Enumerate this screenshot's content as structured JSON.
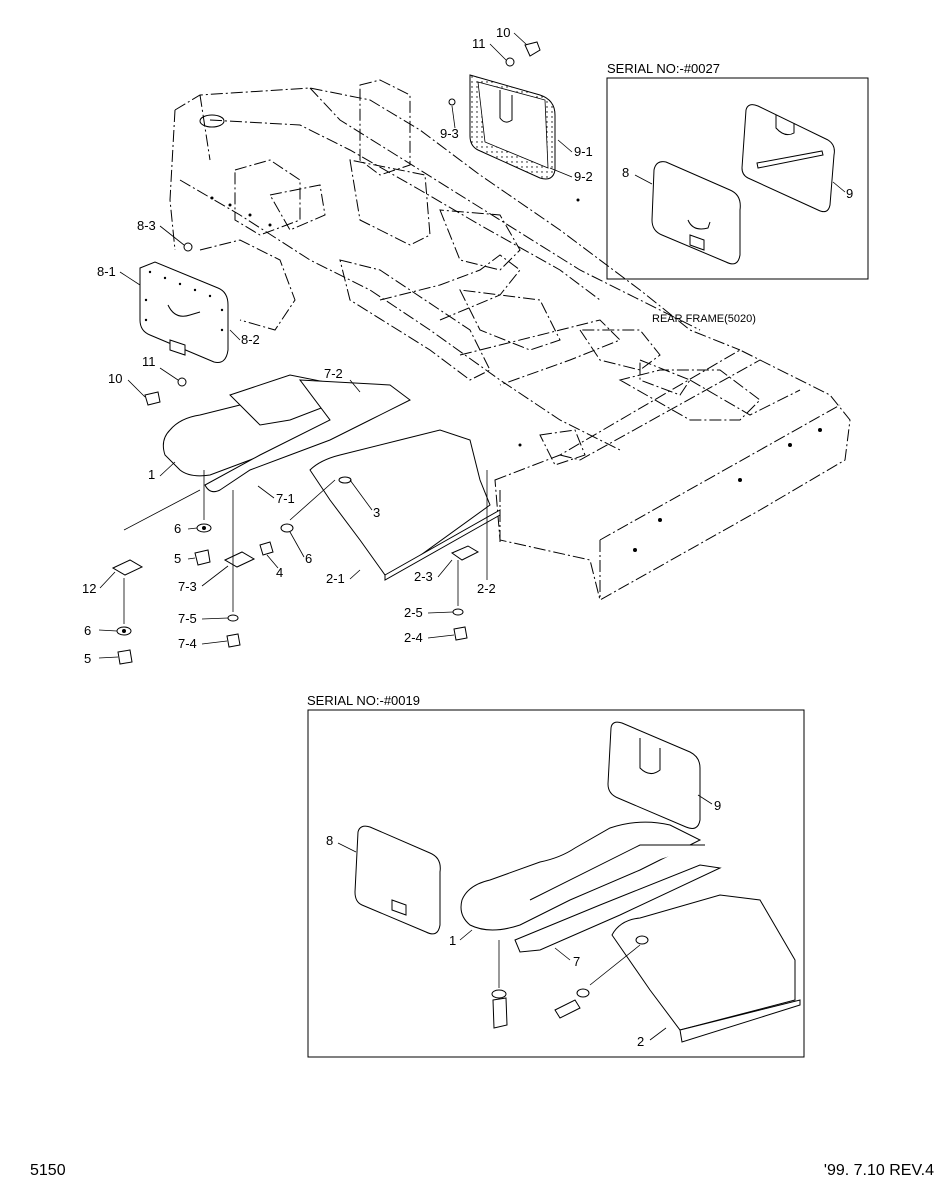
{
  "page": {
    "number": "5150",
    "revision": "'99. 7.10  REV.4"
  },
  "main_drawing": {
    "frame_label": "REAR FRAME(5020)",
    "callouts": [
      "10",
      "11",
      "9-3",
      "9-1",
      "9-2",
      "8-3",
      "8-1",
      "8-2",
      "11",
      "10",
      "7-2",
      "1",
      "7-1",
      "3",
      "6",
      "6",
      "5",
      "4",
      "12",
      "7-3",
      "2-1",
      "2-3",
      "2-2",
      "7-5",
      "2-5",
      "6",
      "7-4",
      "2-4",
      "5"
    ]
  },
  "inset_top": {
    "title": "SERIAL NO:-#0027",
    "callouts": [
      "8",
      "9"
    ]
  },
  "inset_bottom": {
    "title": "SERIAL NO:-#0019",
    "callouts": [
      "9",
      "8",
      "1",
      "7",
      "2"
    ]
  }
}
